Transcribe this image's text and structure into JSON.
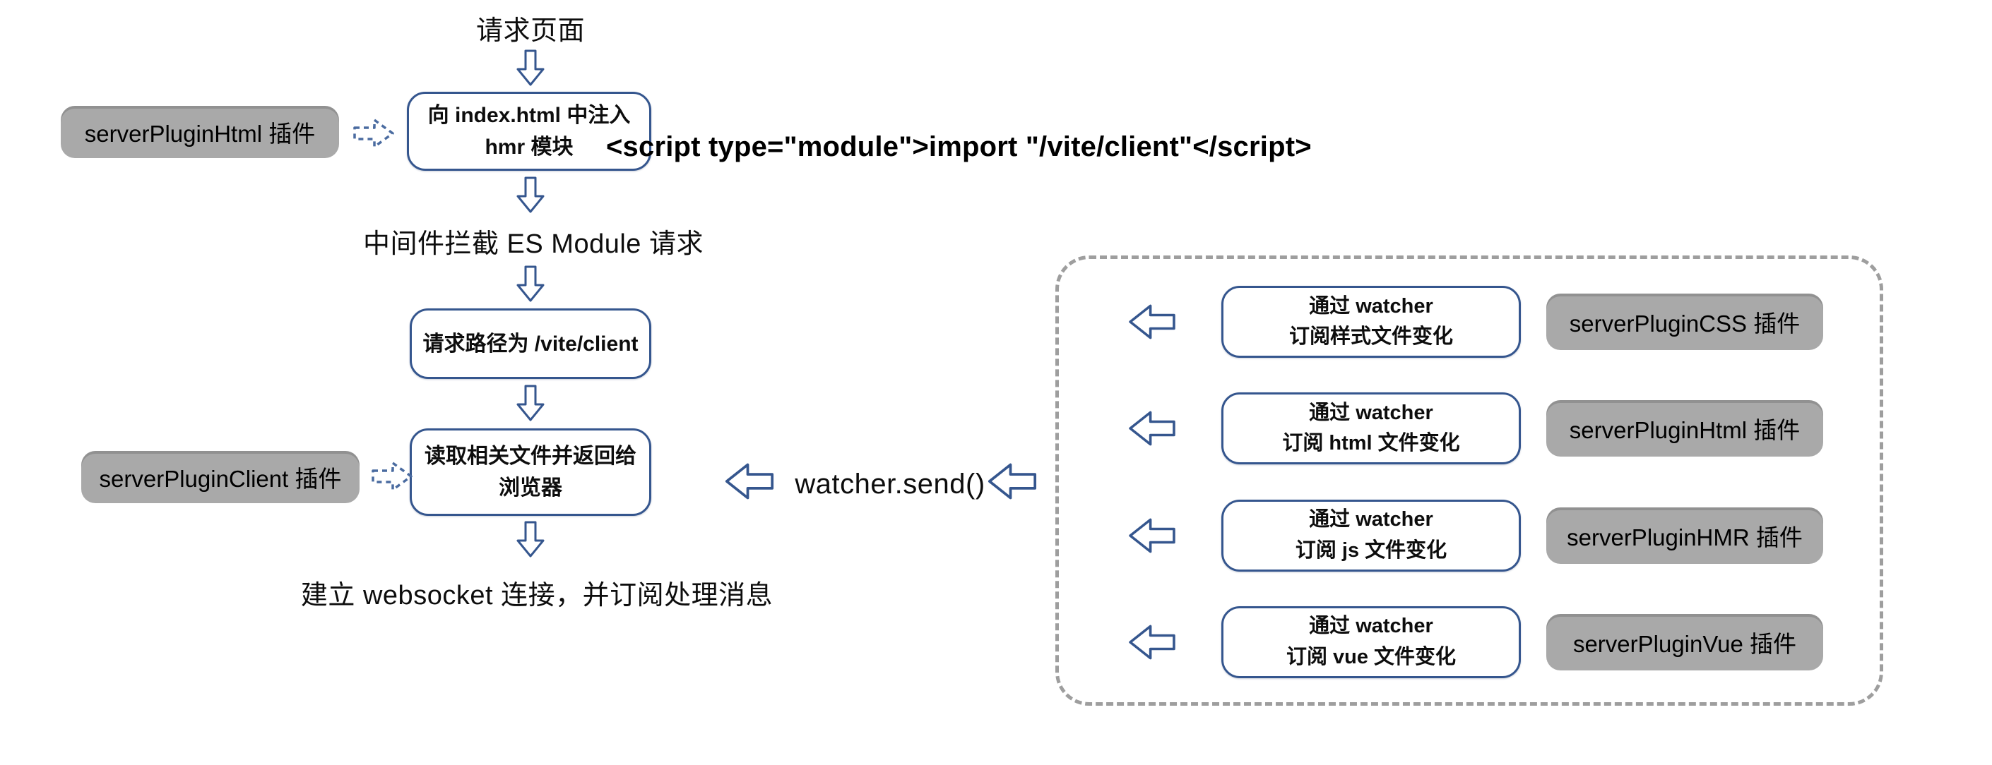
{
  "colors": {
    "box_border": "#35568e",
    "arrow_stroke": "#35568e",
    "dashed_arrow_stroke": "#4a6ba0",
    "plugin_badge_bg": "#a9a9a9",
    "panel_border": "#9e9e9e",
    "text": "#0d0d0d"
  },
  "flow": {
    "request_page_label": "请求页面",
    "inject_box": {
      "line1": "向 index.html 中注入",
      "line2": "hmr 模块"
    },
    "inject_plugin_label": "serverPluginHtml 插件",
    "script_snippet": "<script type=\"module\">import \"/vite/client\"</script>",
    "middleware_label": "中间件拦截 ES Module 请求",
    "path_box_label": "请求路径为 /vite/client",
    "read_box": {
      "line1": "读取相关文件并返回给",
      "line2": "浏览器"
    },
    "client_plugin_label": "serverPluginClient 插件",
    "websocket_label": "建立 websocket 连接，并订阅处理消息",
    "watcher_send_label": "watcher.send()"
  },
  "watcher_panel": {
    "rows": [
      {
        "box_line1": "通过 watcher",
        "box_line2": "订阅样式文件变化",
        "plugin": "serverPluginCSS 插件"
      },
      {
        "box_line1": "通过 watcher",
        "box_line2": "订阅 html 文件变化",
        "plugin": "serverPluginHtml 插件"
      },
      {
        "box_line1": "通过 watcher",
        "box_line2": "订阅 js 文件变化",
        "plugin": "serverPluginHMR 插件"
      },
      {
        "box_line1": "通过 watcher",
        "box_line2": "订阅 vue 文件变化",
        "plugin": "serverPluginVue 插件"
      }
    ]
  }
}
